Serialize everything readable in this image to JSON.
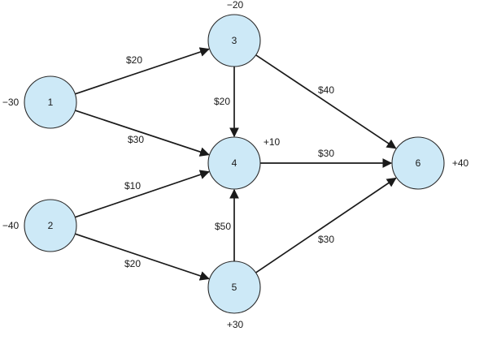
{
  "colors": {
    "node_fill": "#cde9f7",
    "node_stroke": "#2a2a2a",
    "edge": "#1a1a1a",
    "background": "#ffffff"
  },
  "nodes": [
    {
      "id": "1",
      "label": "1",
      "supply": "−30"
    },
    {
      "id": "2",
      "label": "2",
      "supply": "−40"
    },
    {
      "id": "3",
      "label": "3",
      "supply": "−20"
    },
    {
      "id": "4",
      "label": "4",
      "supply": "+10"
    },
    {
      "id": "5",
      "label": "5",
      "supply": "+30"
    },
    {
      "id": "6",
      "label": "6",
      "supply": "+40"
    }
  ],
  "edges": [
    {
      "from": "1",
      "to": "3",
      "cost": "$20"
    },
    {
      "from": "1",
      "to": "4",
      "cost": "$30"
    },
    {
      "from": "2",
      "to": "4",
      "cost": "$10"
    },
    {
      "from": "2",
      "to": "5",
      "cost": "$20"
    },
    {
      "from": "3",
      "to": "4",
      "cost": "$20"
    },
    {
      "from": "3",
      "to": "6",
      "cost": "$40"
    },
    {
      "from": "4",
      "to": "6",
      "cost": "$30"
    },
    {
      "from": "5",
      "to": "4",
      "cost": "$50"
    },
    {
      "from": "5",
      "to": "6",
      "cost": "$30"
    }
  ]
}
